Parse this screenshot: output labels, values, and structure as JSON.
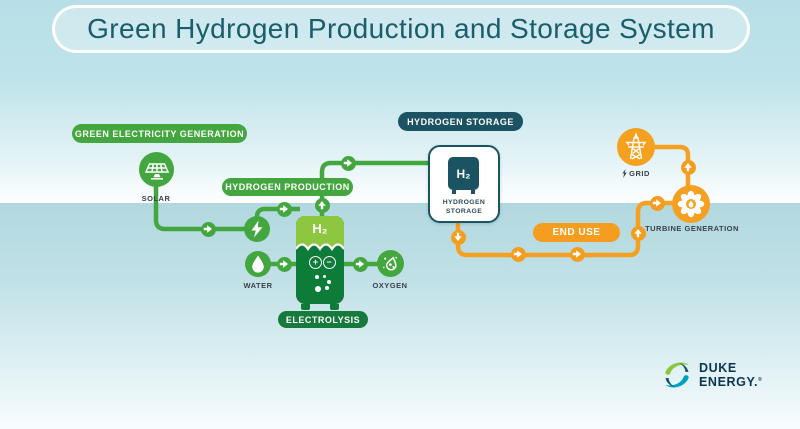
{
  "title": "Green Hydrogen Production and Storage System",
  "stages": {
    "green_electricity": {
      "label": "GREEN ELECTRICITY GENERATION"
    },
    "hydrogen_production": {
      "label": "HYDROGEN PRODUCTION"
    },
    "hydrogen_storage": {
      "label": "HYDROGEN STORAGE"
    },
    "electrolysis": {
      "label": "ELECTROLYSIS"
    },
    "end_use": {
      "label": "END USE"
    }
  },
  "nodes": {
    "solar": {
      "label": "SOLAR"
    },
    "water": {
      "label": "WATER"
    },
    "oxygen": {
      "label": "OXYGEN"
    },
    "grid": {
      "label": "GRID"
    },
    "turbine": {
      "label": "TURBINE GENERATION"
    },
    "electrolyzer": {
      "h2": "H₂"
    },
    "storage": {
      "h2": "H₂",
      "line1": "HYDROGEN",
      "line2": "STORAGE"
    }
  },
  "brand": {
    "line1": "DUKE",
    "line2": "ENERGY.",
    "reg": "®"
  },
  "colors": {
    "green": "#43a63e",
    "green_dark": "#157a3b",
    "green_light": "#8dc63f",
    "teal_dark": "#1b5362",
    "orange": "#f5a01f",
    "title_text": "#1a5d6d"
  }
}
